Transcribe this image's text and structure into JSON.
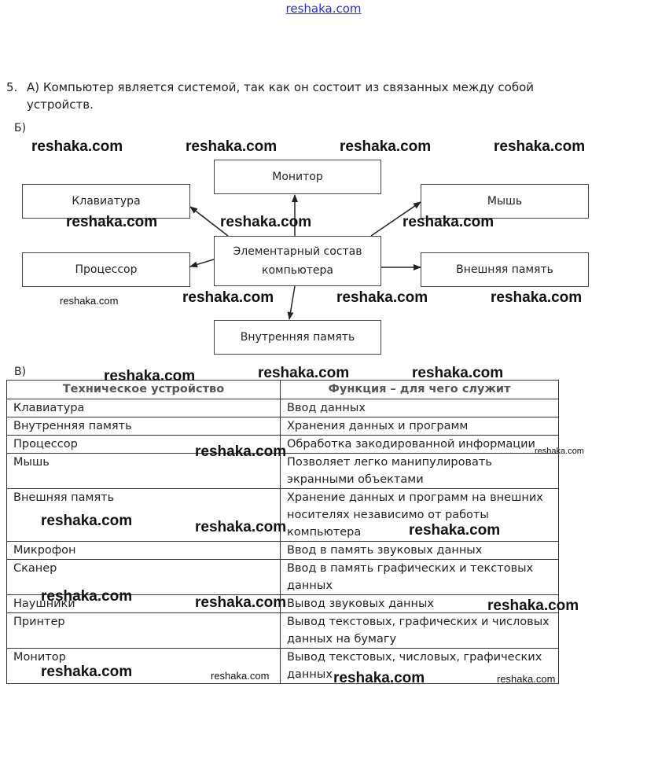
{
  "header": {
    "site_link": "reshaka.com"
  },
  "task": {
    "number": "5.",
    "part_a_line1": "А) Компьютер является системой, так  как он состоит из связанных между собой",
    "part_a_line2": "устройств.",
    "part_b_label": "Б)",
    "part_c_label": "В)"
  },
  "diagram": {
    "center": {
      "line1": "Элементарный состав",
      "line2": "компьютера"
    },
    "nodes": {
      "monitor": "Монитор",
      "keyboard": "Клавиатура",
      "mouse": "Мышь",
      "processor": "Процессор",
      "external_memory": "Внешняя память",
      "internal_memory": "Внутренняя память"
    }
  },
  "table": {
    "headers": [
      "Техническое устройство",
      "Функция – для чего служит"
    ],
    "rows": [
      {
        "device": "Клавиатура",
        "function": "Ввод данных"
      },
      {
        "device": "Внутренняя память",
        "function": "Хранения данных и программ"
      },
      {
        "device": "Процессор",
        "function": "Обработка закодированной информации"
      },
      {
        "device": "Мышь",
        "function": "Позволяет легко манипулировать экранными объектами"
      },
      {
        "device": "Внешняя память",
        "function": "Хранение данных и программ на внешних носителях независимо от работы компьютера"
      },
      {
        "device": "Микрофон",
        "function": "Ввод в память звуковых данных"
      },
      {
        "device": "Сканер",
        "function": "Ввод в память графических и текстовых данных"
      },
      {
        "device": "Наушники",
        "function": "Вывод звуковых данных"
      },
      {
        "device": "Принтер",
        "function": "Вывод текстовых, графических и числовых данных на бумагу"
      },
      {
        "device": "Монитор",
        "function": "Вывод текстовых, числовых, графических данных"
      }
    ]
  },
  "watermark": {
    "text": "reshaka.com"
  }
}
